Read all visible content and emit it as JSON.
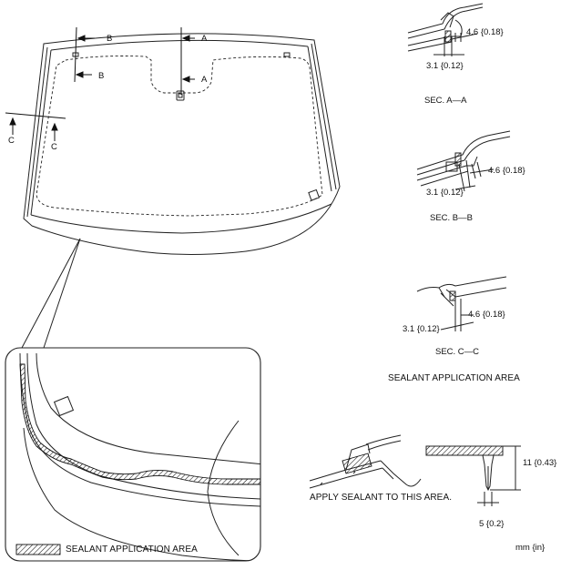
{
  "markers": {
    "a_top": "A",
    "a_bottom": "A",
    "b_top": "B",
    "b_bottom": "B",
    "c_left": "C",
    "c_right": "C"
  },
  "section_a": {
    "dim_upper": "4.6 {0.18}",
    "dim_lower": "3.1 {0.12}",
    "title": "SEC. A—A"
  },
  "section_b": {
    "dim_upper": "4.6 {0.18}",
    "dim_lower": "3.1 {0.12}",
    "title": "SEC. B—B"
  },
  "section_c": {
    "dim_upper": "4.6 {0.18}",
    "dim_lower": "3.1 {0.12}",
    "title": "SEC. C—C"
  },
  "sealant_heading": "SEALANT APPLICATION AREA",
  "apply_note": "APPLY SEALANT TO THIS AREA.",
  "nozzle": {
    "height_dim": "11 {0.43}",
    "width_dim": "5 {0.2}"
  },
  "legend_label": "SEALANT APPLICATION AREA",
  "unit_note": "mm {in}"
}
